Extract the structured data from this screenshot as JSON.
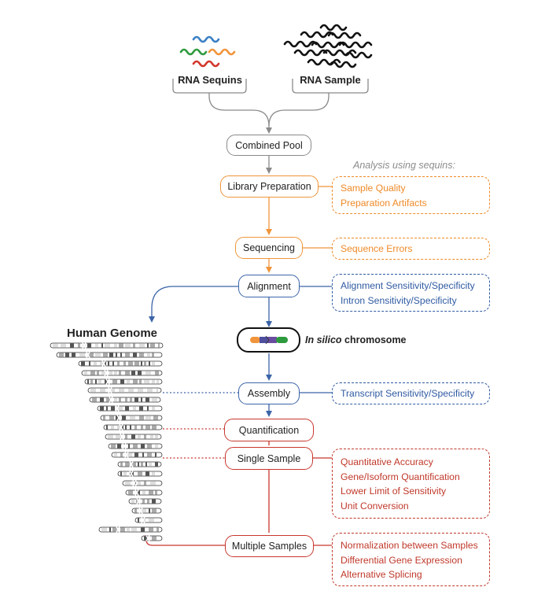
{
  "sources": {
    "sequins_label": "RNA Sequins",
    "sample_label": "RNA Sample"
  },
  "steps": {
    "combined_pool": "Combined Pool",
    "library_preparation": "Library Preparation",
    "sequencing": "Sequencing",
    "alignment": "Alignment",
    "assembly": "Assembly",
    "quantification": "Quantification",
    "single_sample": "Single Sample",
    "multiple_samples": "Multiple Samples"
  },
  "analysis_heading": "Analysis using sequins:",
  "human_genome_label": "Human Genome",
  "in_silico": {
    "italic": "In silico",
    "rest": " chromosome"
  },
  "analyses": {
    "library": [
      "Sample Quality",
      "Preparation Artifacts"
    ],
    "sequencing": [
      "Sequence Errors"
    ],
    "alignment": [
      "Alignment Sensitivity/Specificity",
      "Intron Sensitivity/Specificity"
    ],
    "assembly": [
      "Transcript Sensitivity/Specificity"
    ],
    "single_sample": [
      "Quantitative Accuracy",
      "Gene/Isoform Quantification",
      "Lower Limit of Sensitivity",
      "Unit Conversion"
    ],
    "multiple_samples": [
      "Normalization between Samples",
      "Differential Gene Expression",
      "Alternative Splicing"
    ]
  },
  "colors": {
    "gray": "#8a8a8a",
    "orange": "#f0953b",
    "blue": "#3b64a8",
    "red": "#c8372d",
    "sequin_blue": "#3a7fc4",
    "sequin_green": "#2e9a3e",
    "sequin_orange": "#f0953b",
    "sequin_red": "#d2362b",
    "sample_black": "#111111"
  }
}
